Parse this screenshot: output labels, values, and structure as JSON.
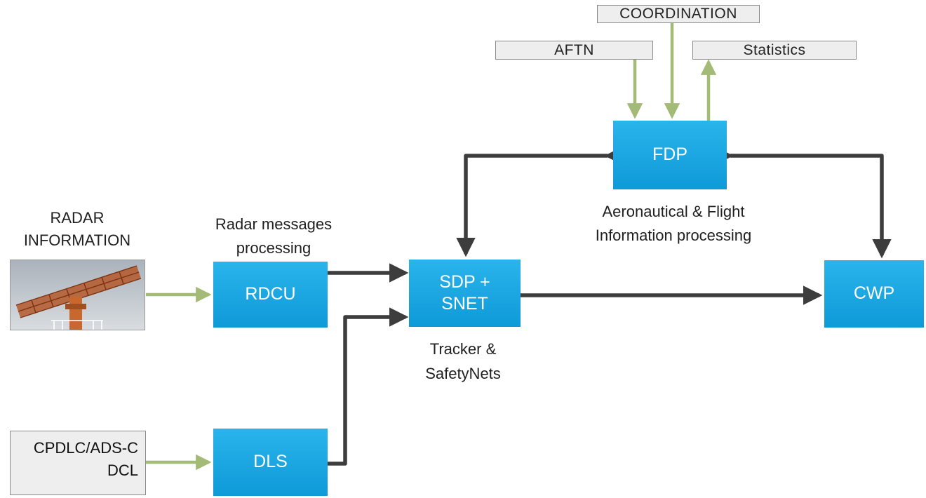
{
  "inputs": {
    "coordination": "COORDINATION",
    "aftn": "AFTN",
    "statistics": "Statistics"
  },
  "radar": {
    "label": "RADAR\nINFORMATION",
    "image_icon": "radar-antenna-icon"
  },
  "datalink_source": {
    "label": "CPDLC/ADS-C\nDCL"
  },
  "nodes": {
    "rdcu": "RDCU",
    "dls": "DLS",
    "sdp": "SDP +\nSNET",
    "fdp": "FDP",
    "cwp": "CWP"
  },
  "captions": {
    "rdcu": "Radar messages\nprocessing",
    "sdp": "Tracker &\nSafetyNets",
    "fdp": "Aeronautical & Flight\nInformation processing"
  },
  "colors": {
    "node_blue": "#1ea6e0",
    "data_flow_arrow": "#3d3d3d",
    "input_flow_arrow": "#a4bb78"
  }
}
